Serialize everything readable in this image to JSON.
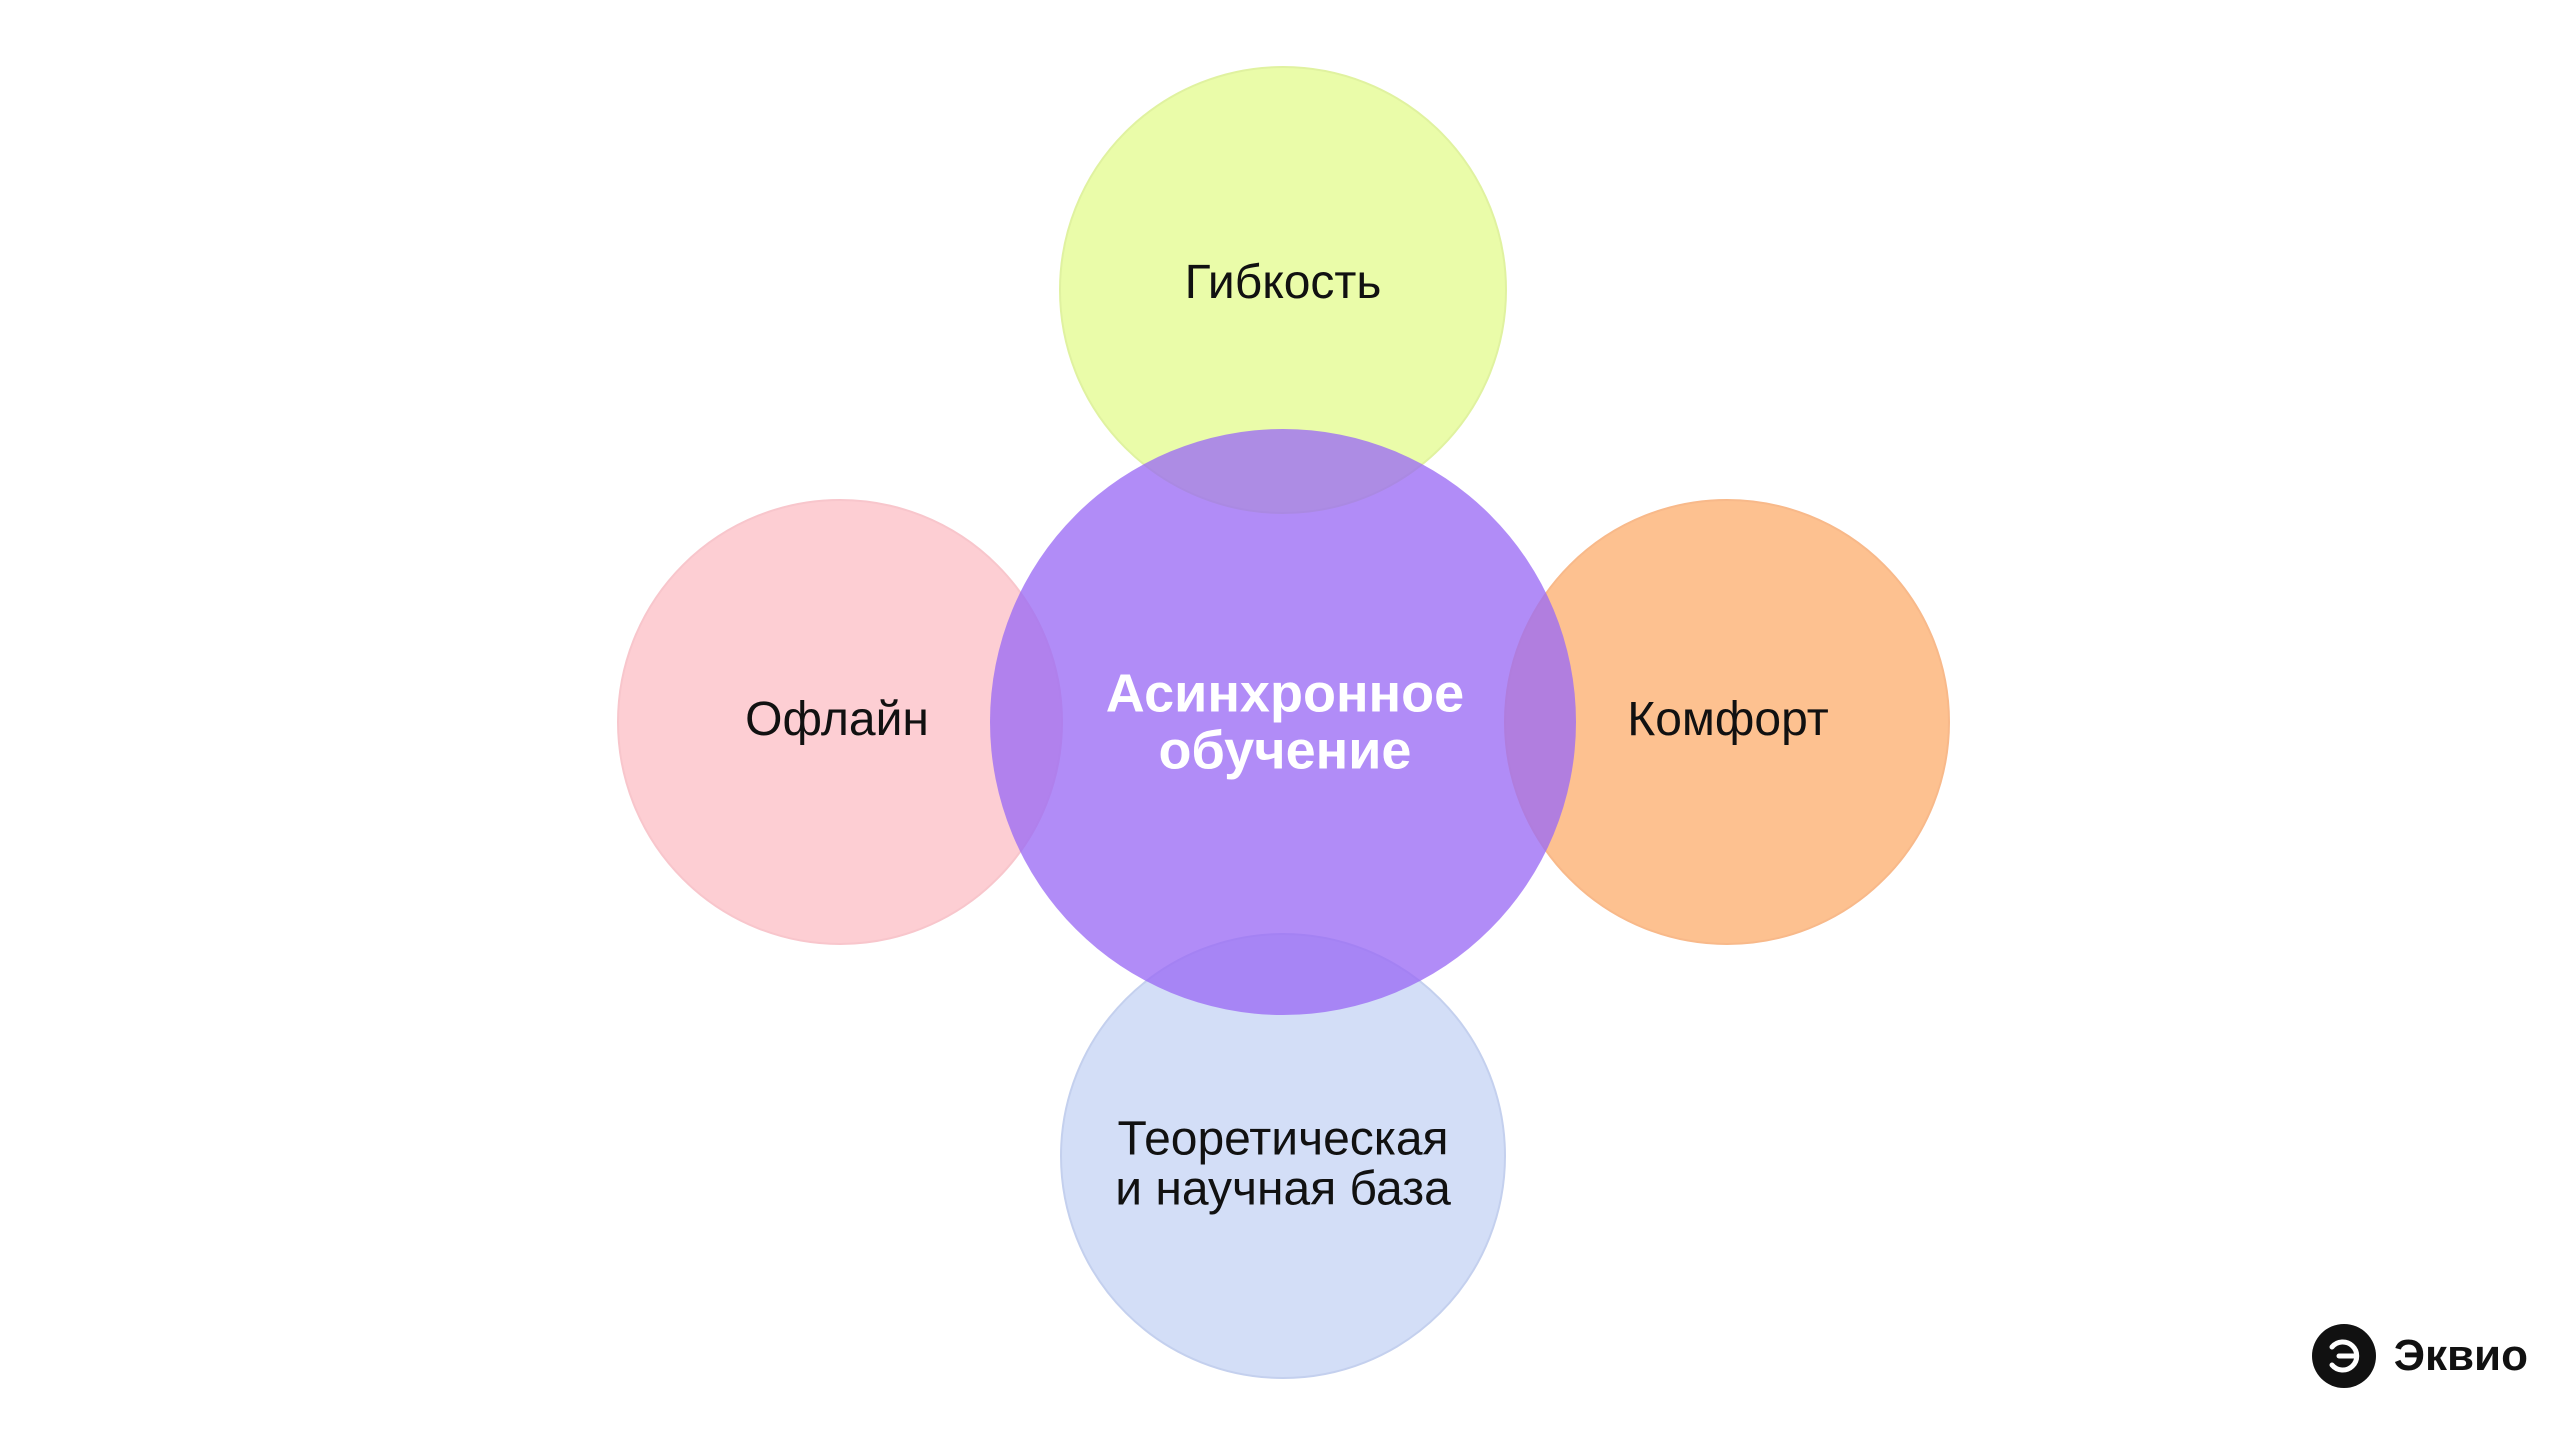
{
  "diagram": {
    "center": {
      "label": "Асинхронное\nобучение",
      "color": "#9B6BF5"
    },
    "top": {
      "label": "Гибкость",
      "color": "#E6FB9A"
    },
    "left": {
      "label": "Офлайн",
      "color": "#FDC5CB"
    },
    "right": {
      "label": "Комфорт",
      "color": "#FDB67C"
    },
    "bottom": {
      "label": "Теоретическая\nи научная база",
      "color": "#CBD8F6"
    }
  },
  "brand": {
    "name": "Эквио",
    "icon": "ekvio-logo-icon"
  }
}
